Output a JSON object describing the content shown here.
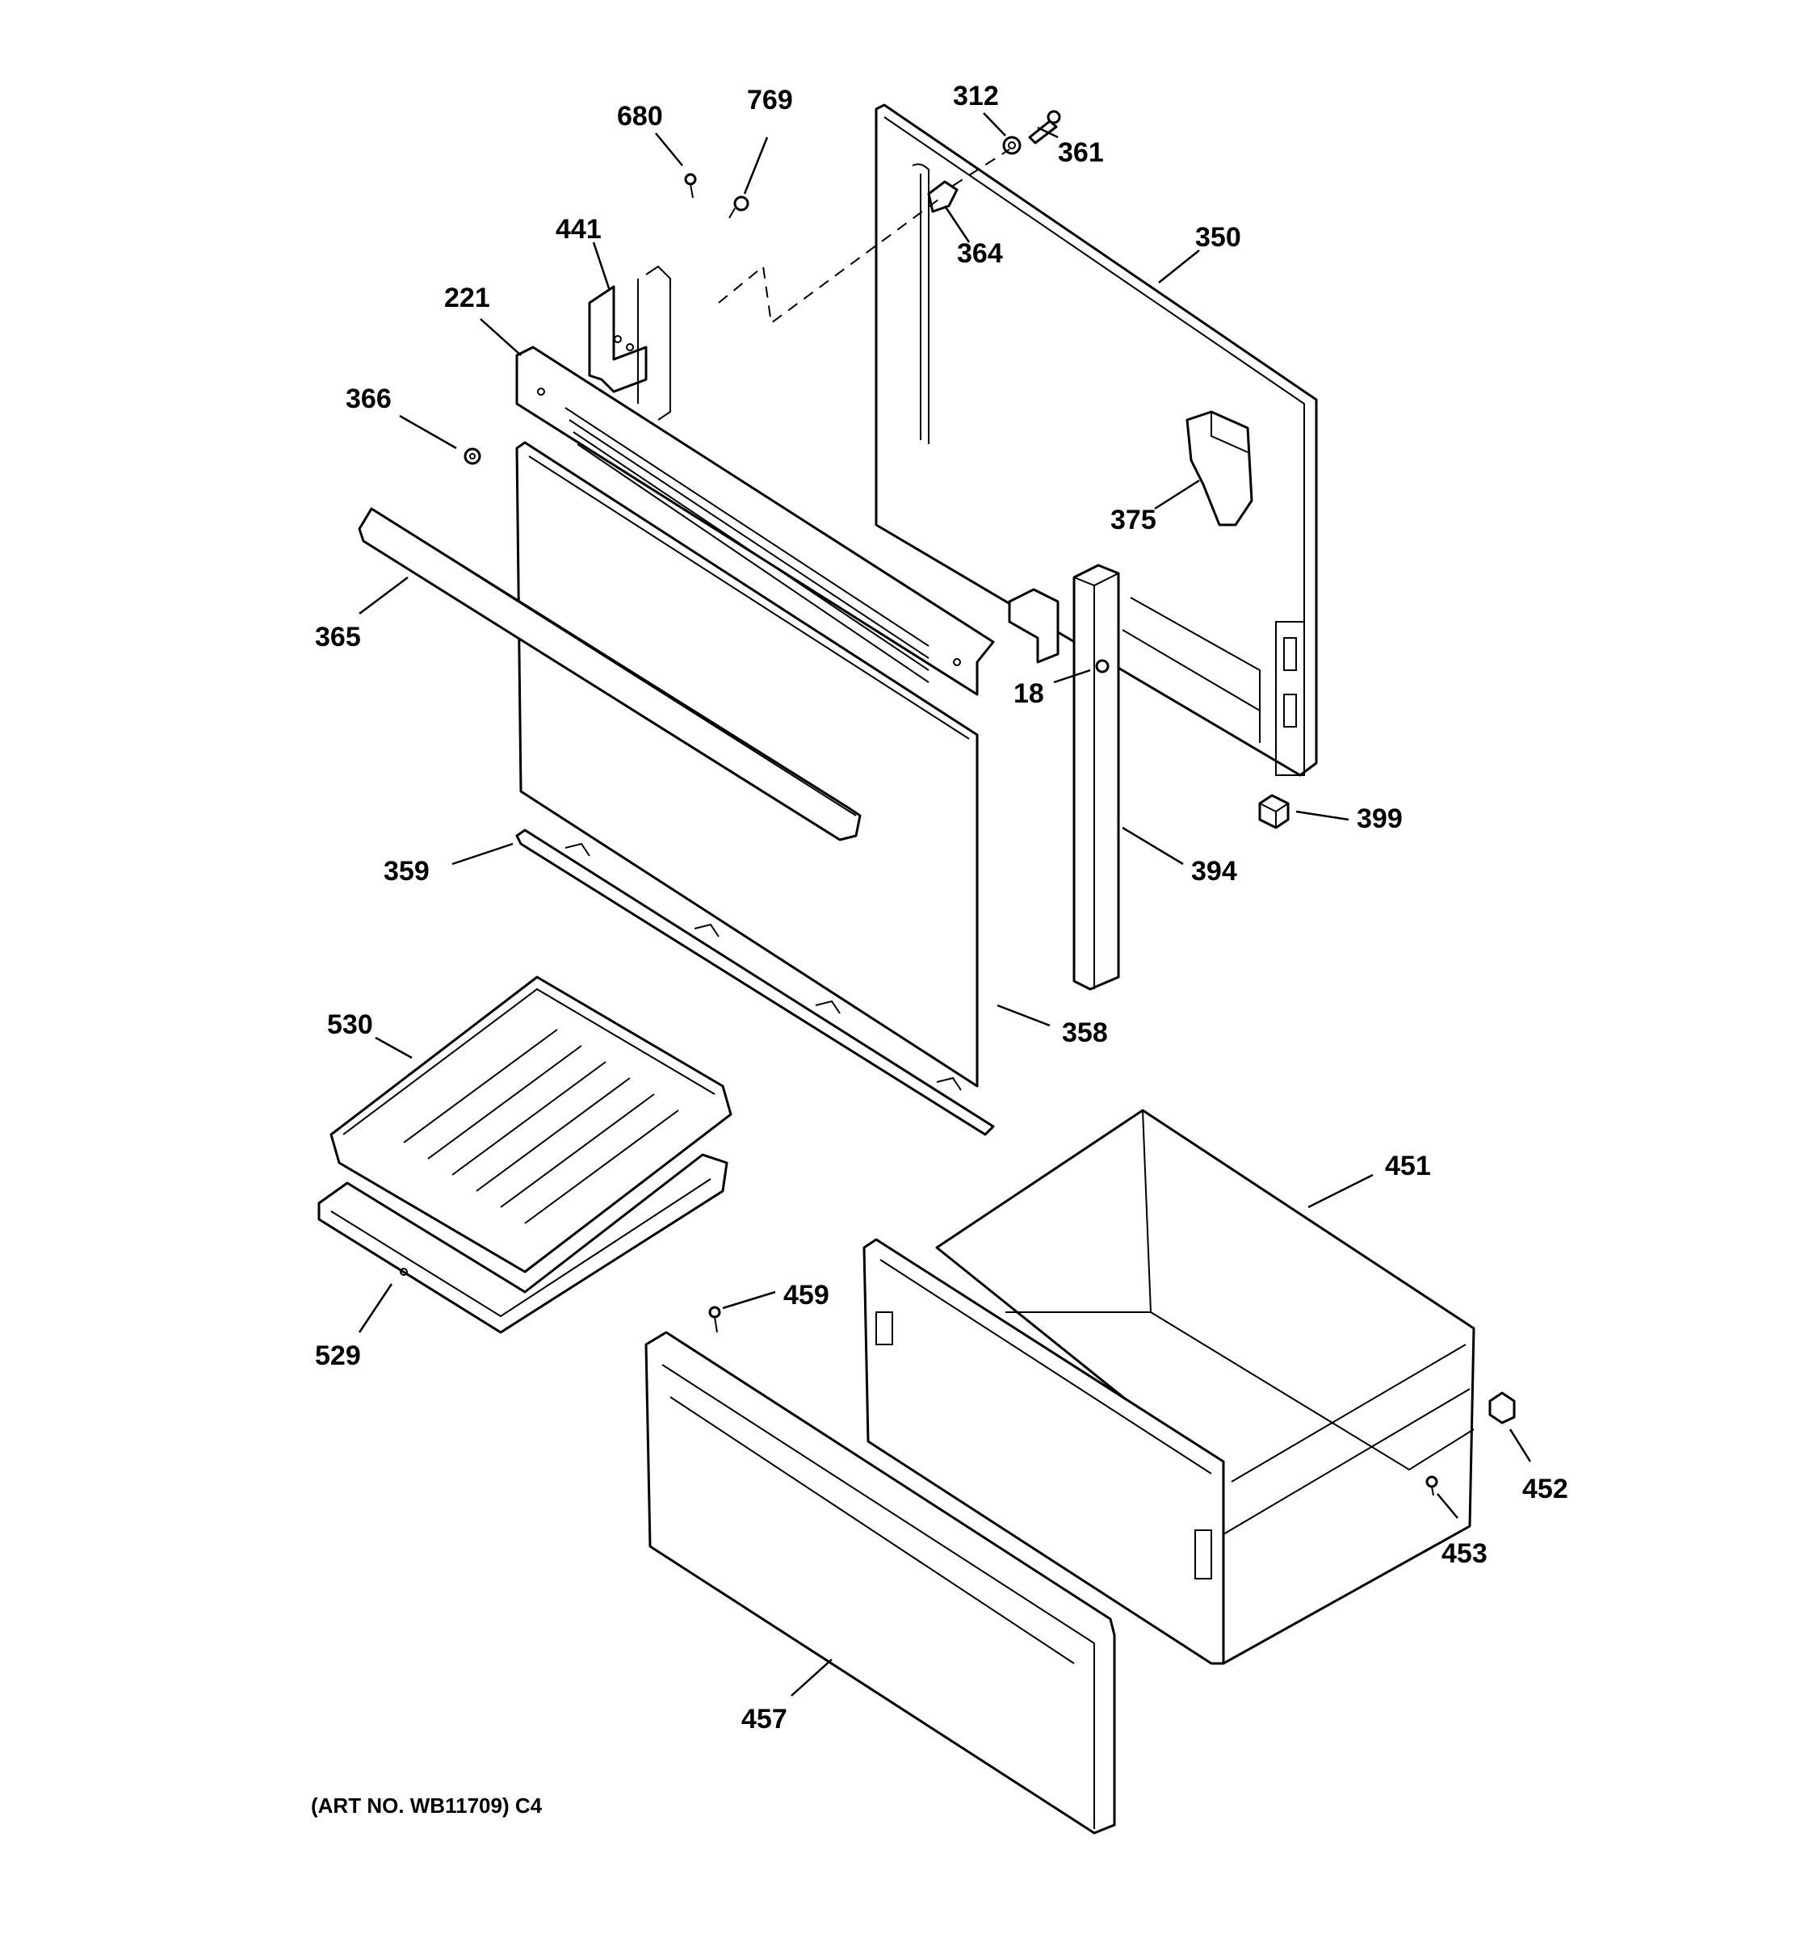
{
  "colors": {
    "line": "#000000",
    "background": "#ffffff"
  },
  "callouts": {
    "p680": "680",
    "p769": "769",
    "p312": "312",
    "p361": "361",
    "p441": "441",
    "p364": "364",
    "p350": "350",
    "p221": "221",
    "p366": "366",
    "p375": "375",
    "p365": "365",
    "p18": "18",
    "p399": "399",
    "p394": "394",
    "p359": "359",
    "p358": "358",
    "p530": "530",
    "p529": "529",
    "p451": "451",
    "p459": "459",
    "p452": "452",
    "p453": "453",
    "p457": "457"
  },
  "footer": {
    "art_number": "(ART NO. WB11709) C4"
  }
}
